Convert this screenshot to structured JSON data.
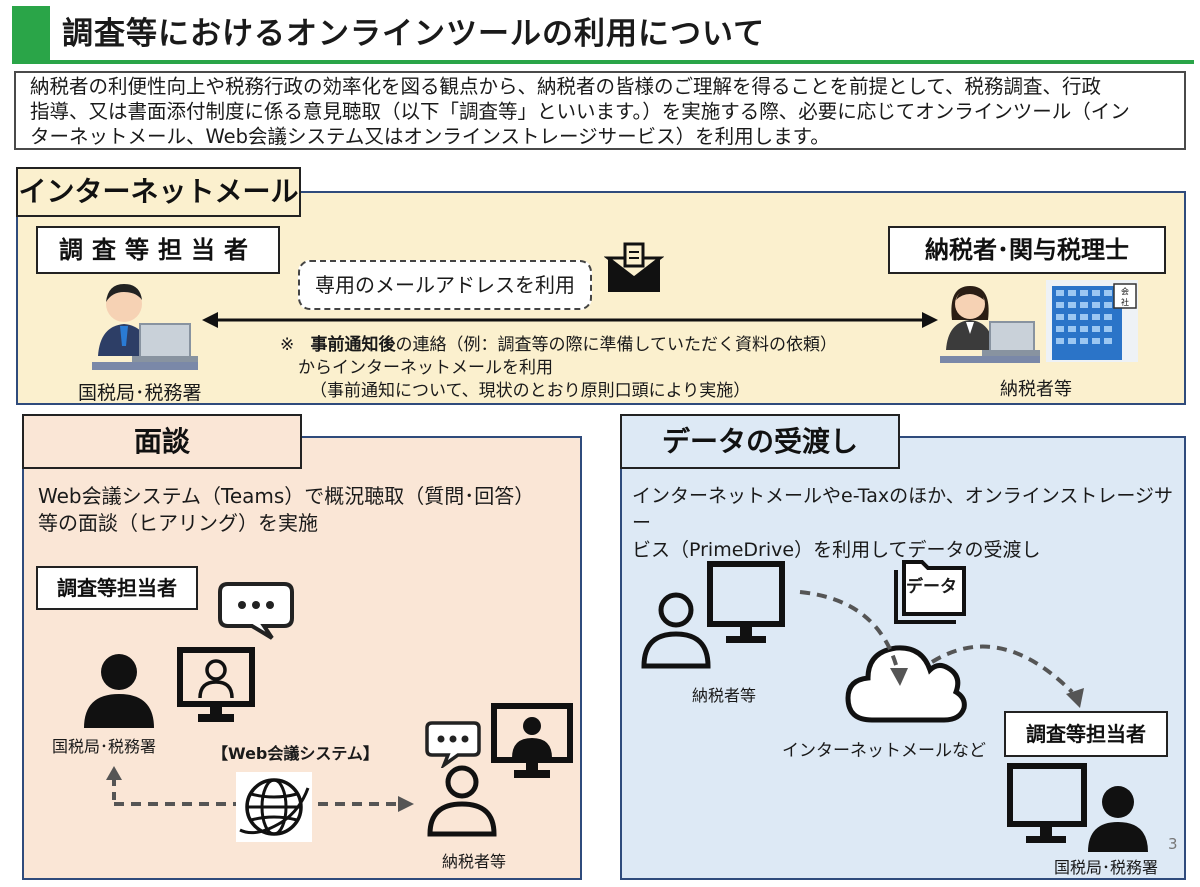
{
  "title": "調査等におけるオンラインツールの利用について",
  "intro": {
    "line1": "納税者の利便性向上や税務行政の効率化を図る観点から、納税者の皆様のご理解を得ることを前提として、税務調査、行政",
    "line2": "指導、又は書面添付制度に係る意見聴取（以下「調査等」といいます。）を実施する際、必要に応じてオンラインツール（イン",
    "line3": "ターネットメール、Web会議システム又はオンラインストレージサービス）を利用します。"
  },
  "mail": {
    "tab": "インターネットメール",
    "officer_label": "調査等担当者",
    "taxpayer_label": "納税者･関与税理士",
    "dedicated_address": "専用のメールアドレスを利用",
    "note_mark": "※",
    "note_bold": "事前通知後",
    "note_rest": "の連絡（例：調査等の際に準備していただく資料の依頼）",
    "note_line2": "からインターネットメールを利用",
    "note_line3": "（事前通知について、現状のとおり原則口頭により実施）",
    "officer_caption": "国税局･税務署",
    "taxpayer_caption": "納税者等",
    "company_sign": "会社"
  },
  "interview": {
    "tab": "面談",
    "desc_line1": "Web会議システム（Teams）で概況聴取（質問･回答）",
    "desc_line2": "等の面談（ヒアリング）を実施",
    "officer_label": "調査等担当者",
    "officer_caption": "国税局･税務署",
    "web_conf_label": "【Web会議システム】",
    "taxpayer_caption": "納税者等"
  },
  "transfer": {
    "tab": "データの受渡し",
    "desc_line1": "インターネットメールやe-Taxのほか、オンラインストレージサー",
    "desc_line2": "ビス（PrimeDrive）を利用してデータの受渡し",
    "data_label": "データ",
    "taxpayer_caption": "納税者等",
    "cloud_caption": "インターネットメールなど",
    "officer_label": "調査等担当者",
    "officer_caption": "国税局･税務署"
  },
  "page_number": "3",
  "colors": {
    "accent_green": "#2aa548",
    "mail_bg": "#fbf0ce",
    "interview_bg": "#fae6d6",
    "transfer_bg": "#dde9f5",
    "panel_border": "#2f4b7c"
  }
}
